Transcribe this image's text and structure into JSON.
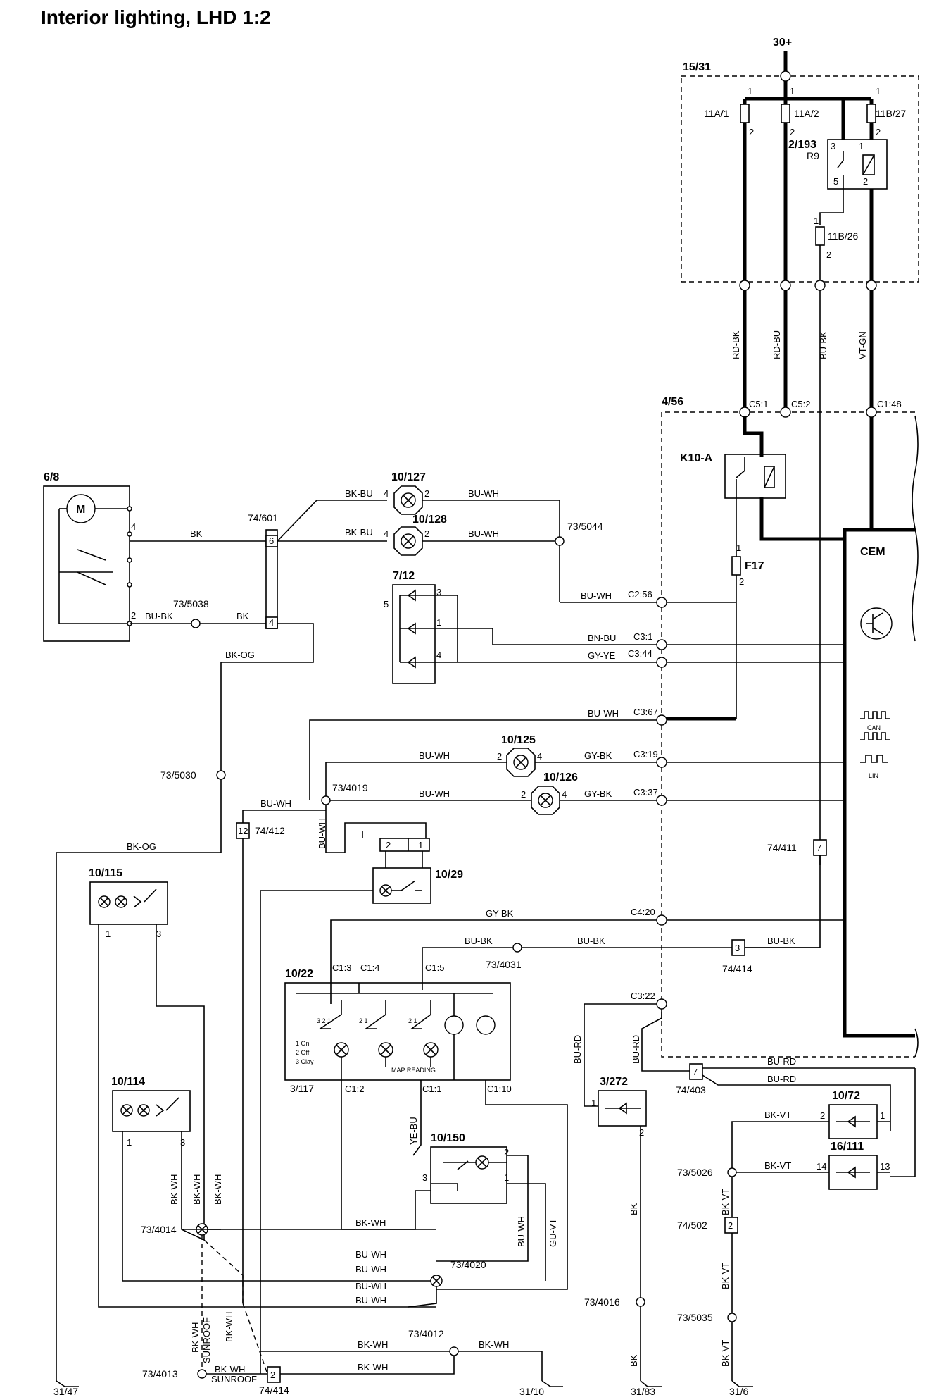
{
  "title": "Interior lighting, LHD 1:2",
  "supply": "30+",
  "ground_points": [
    "31/47",
    "31/10",
    "31/83",
    "31/6"
  ],
  "components": {
    "fuse_box": "15/31",
    "fuse_11a1": "11A/1",
    "fuse_11a2": "11A/2",
    "fuse_11b27": "11B/27",
    "relay_2193": "2/193",
    "relay_r9": "R9",
    "fuse_11b26": "11B/26",
    "cem_box": "4/56",
    "relay_k10a": "K10-A",
    "fuse_f17": "F17",
    "cem": "CEM",
    "motor": "6/8",
    "lamp_10127": "10/127",
    "lamp_10128": "10/128",
    "switch_712": "7/12",
    "lamp_10125": "10/125",
    "lamp_10126": "10/126",
    "lamp_10115": "10/115",
    "lamp_10114": "10/114",
    "switch_1029": "10/29",
    "module_1022": "10/22",
    "module_3117": "3/117",
    "map_reading": "MAP READING",
    "switch_10150": "10/150",
    "led_3272": "3/272",
    "led_1072": "10/72",
    "led_16111": "16/111",
    "cem_can": "CAN",
    "cem_lin": "LIN",
    "switch_pos_on": "1 On",
    "switch_pos_off": "2 Off",
    "switch_pos_clay": "3 Clay"
  },
  "splices": {
    "s_74601": "74/601",
    "s_735044": "73/5044",
    "s_735038": "73/5038",
    "s_735030": "73/5030",
    "s_734019": "73/4019",
    "s_74412": "74/412",
    "s_74411": "74/411",
    "s_734031": "73/4031",
    "s_74414a": "74/414",
    "s_74403": "74/403",
    "s_735026": "73/5026",
    "s_74502": "74/502",
    "s_735035": "73/5035",
    "s_734016": "73/4016",
    "s_734014": "73/4014",
    "s_734020": "73/4020",
    "s_734012": "73/4012",
    "s_734013": "73/4013",
    "s_74414b": "74/414"
  },
  "connectors": {
    "c51": "C5:1",
    "c52": "C5:2",
    "c148": "C1:48",
    "c256": "C2:56",
    "c31": "C3:1",
    "c344": "C3:44",
    "c367": "C3:67",
    "c319": "C3:19",
    "c337": "C3:37",
    "c420": "C4:20",
    "c322": "C3:22",
    "c13": "C1:3",
    "c14": "C1:4",
    "c15": "C1:5",
    "c12": "C1:2",
    "c11": "C1:1",
    "c110": "C1:10"
  },
  "wire_colors": {
    "rdbk": "RD-BK",
    "rdbu": "RD-BU",
    "bubk": "BU-BK",
    "vtgn": "VT-GN",
    "bkbu": "BK-BU",
    "buwh": "BU-WH",
    "bk": "BK",
    "bkog": "BK-OG",
    "bnbu": "BN-BU",
    "gyye": "GY-YE",
    "gybk": "GY-BK",
    "bkwh": "BK-WH",
    "yebu": "YE-BU",
    "guvt": "GU-VT",
    "burd": "BU-RD",
    "bkvt": "BK-VT",
    "sunroof": "SUNROOF"
  },
  "pins": {
    "p1": "1",
    "p2": "2",
    "p3": "3",
    "p4": "4",
    "p5": "5",
    "p6": "6",
    "p7": "7",
    "p12": "12",
    "p13": "13",
    "p14": "14"
  }
}
